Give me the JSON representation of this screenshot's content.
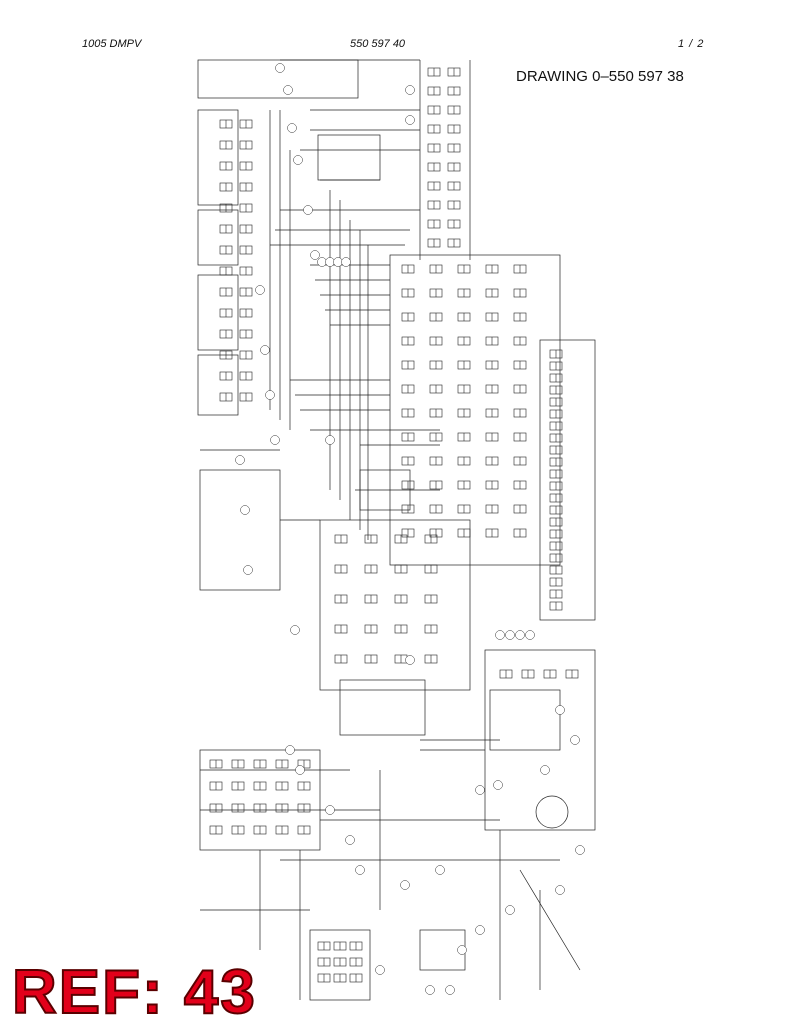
{
  "header": {
    "left": "1005 DMPV",
    "middle": "550 597 40",
    "right": "1 /  2"
  },
  "drawing_title": "DRAWING 0–550 597 38",
  "ref_label": "REF: 43",
  "colors": {
    "ref_fill": "#e2001a",
    "line": "#222222"
  }
}
